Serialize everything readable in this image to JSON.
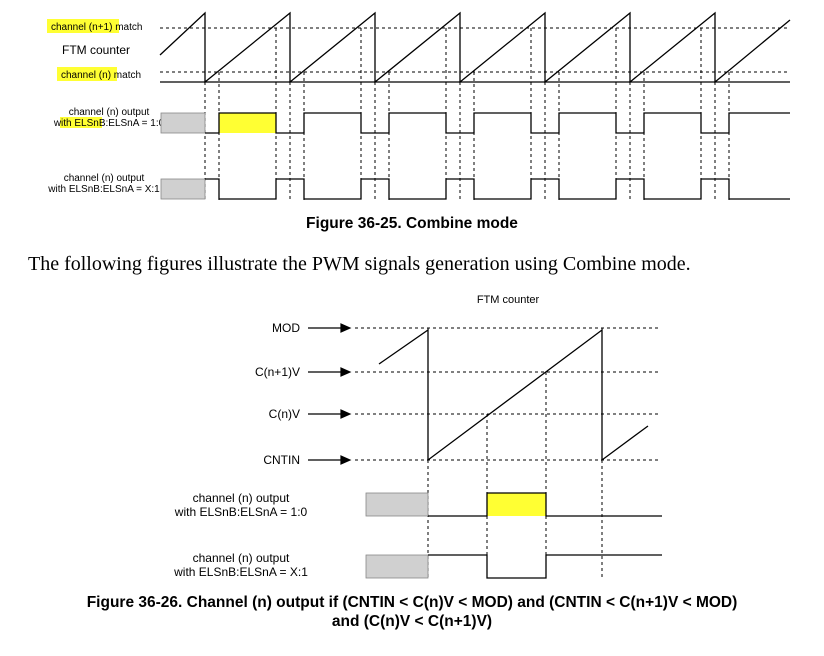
{
  "fig1": {
    "label_n1_match": "channel (n+1) match",
    "label_ftm_counter": "FTM counter",
    "label_n_match": "channel (n) match",
    "out1_line1": "channel (n) output",
    "out1_line2": "with ELSnB:ELSnA = 1:0",
    "out2_line1": "channel (n) output",
    "out2_line2": "with ELSnB:ELSnA = X:1",
    "caption": "Figure 36-25. Combine mode",
    "highlight_color": "#ffff33"
  },
  "body_text": "The following figures illustrate the PWM signals generation using Combine mode.",
  "fig2": {
    "title": "FTM counter",
    "mod_label": "MOD",
    "cn1v_label": "C(n+1)V",
    "cnv_label": "C(n)V",
    "cntin_label": "CNTIN",
    "out1_line1": "channel (n) output",
    "out1_line2": "with ELSnB:ELSnA = 1:0",
    "out2_line1": "channel (n) output",
    "out2_line2": "with ELSnB:ELSnA = X:1",
    "caption_line1": "Figure 36-26. Channel (n) output if (CNTIN < C(n)V < MOD) and (CNTIN < C(n+1)V < MOD)",
    "caption_line2": "and (C(n)V < C(n+1)V)",
    "grey_color": "#d0d0d0"
  }
}
